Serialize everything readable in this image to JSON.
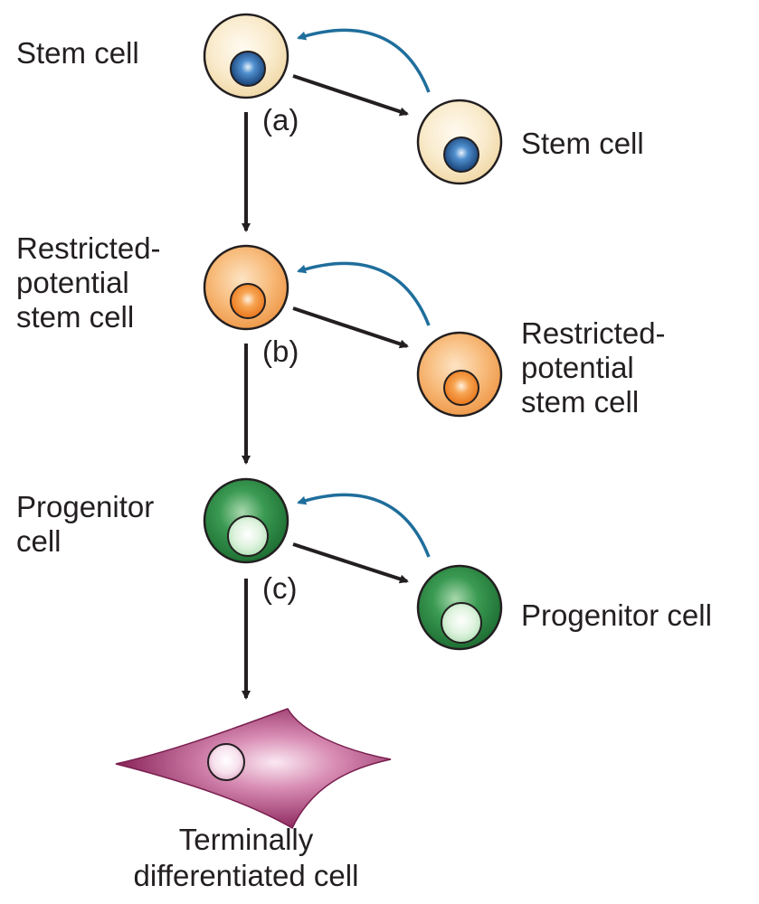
{
  "labels": {
    "stem_left": "Stem cell",
    "stem_right": "Stem cell",
    "restricted_left": [
      "Restricted-",
      "potential",
      "stem cell"
    ],
    "restricted_right": [
      "Restricted-",
      "potential",
      "stem cell"
    ],
    "progenitor_left": [
      "Progenitor",
      "cell"
    ],
    "progenitor_right": "Progenitor cell",
    "terminal": [
      "Terminally",
      "differentiated cell"
    ],
    "step_a": "(a)",
    "step_b": "(b)",
    "step_c": "(c)"
  },
  "colors": {
    "stem_cell": "#f6e2bc",
    "stem_nucleus": "#1f5a99",
    "restricted_cell": "#f4a95e",
    "restricted_nucleus": "#f08a2a",
    "progenitor_cell": "#2f8a45",
    "progenitor_nucleus": "#d8f0d8",
    "terminal_cell": "#a63a73",
    "self_renewal_arrow": "#1f6e9c",
    "differentiation_arrow": "#231f20"
  }
}
